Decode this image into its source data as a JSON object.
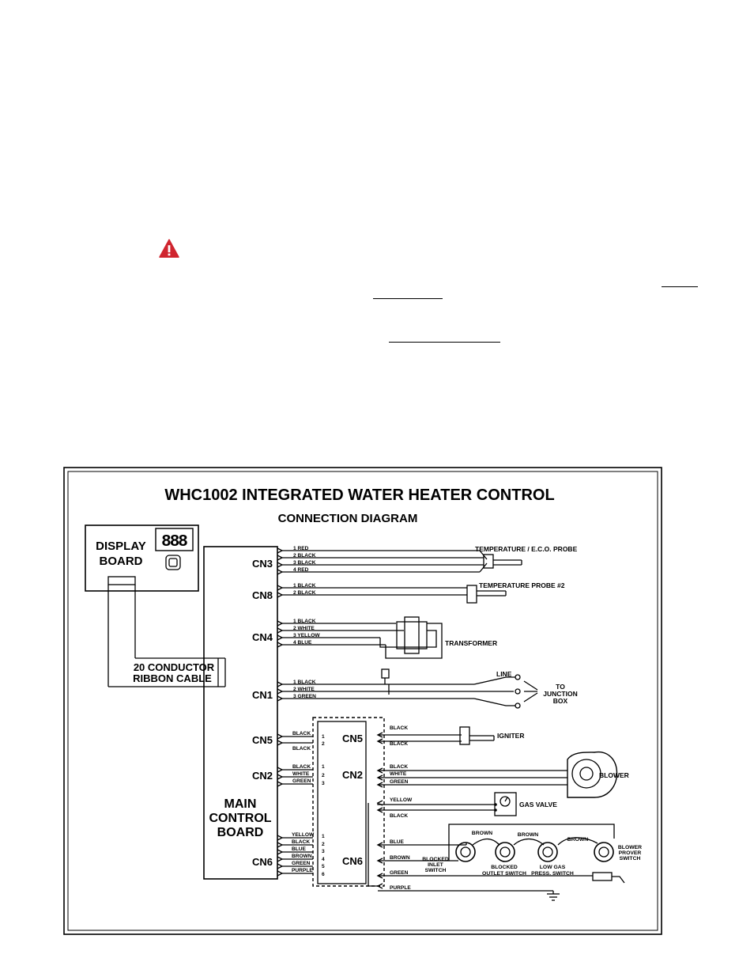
{
  "colors": {
    "warning": "#d0252f",
    "ink": "#000000",
    "background": "#ffffff"
  },
  "warning_icon": "warning-triangle-icon",
  "diagram": {
    "title": "WHC1002 INTEGRATED WATER HEATER CONTROL",
    "subtitle": "CONNECTION DIAGRAM",
    "display_board": {
      "line1": "DISPLAY",
      "line2": "BOARD",
      "digits": "888"
    },
    "ribbon_cable": {
      "line1": "20 CONDUCTOR",
      "line2": "RIBBON CABLE"
    },
    "main_board": {
      "line1": "MAIN",
      "line2": "CONTROL",
      "line3": "BOARD"
    },
    "connectors": {
      "cn3": "CN3",
      "cn8": "CN8",
      "cn4": "CN4",
      "cn1": "CN1",
      "cn5": "CN5",
      "cn2": "CN2",
      "cn6": "CN6"
    },
    "cn3_wires": [
      "1 RED",
      "2 BLACK",
      "3 BLACK",
      "4 RED"
    ],
    "cn8_wires": [
      "1 BLACK",
      "2 BLACK"
    ],
    "cn4_wires": [
      "1 BLACK",
      "2 WHITE",
      "3 YELLOW",
      "4 BLUE"
    ],
    "cn1_wires": [
      "1 BLACK",
      "2 WHITE",
      "3 GREEN"
    ],
    "cn5_left_wires": [
      "BLACK",
      "BLACK"
    ],
    "cn5_pins": [
      "1",
      "2"
    ],
    "cn2_left_wires": [
      "BLACK",
      "WHITE",
      "GREEN"
    ],
    "cn2_pins": [
      "1",
      "2",
      "3"
    ],
    "cn6_left_wires": [
      "YELLOW",
      "BLACK",
      "BLUE",
      "BROWN",
      "GREEN",
      "PURPLE"
    ],
    "cn6_pins": [
      "1",
      "2",
      "3",
      "4",
      "5",
      "6"
    ],
    "cn5_right_wires": [
      "BLACK",
      "BLACK"
    ],
    "cn2_right_wires": [
      "BLACK",
      "WHITE",
      "GREEN"
    ],
    "cn6_right_wires": [
      "YELLOW",
      "BLACK",
      "BLUE",
      "BROWN",
      "GREEN",
      "PURPLE"
    ],
    "components": {
      "temp_eco_probe": "TEMPERATURE / E.C.O. PROBE",
      "temp_probe_2": "TEMPERATURE PROBE #2",
      "transformer": "TRANSFORMER",
      "line": "LINE",
      "junction_box_1": "TO",
      "junction_box_2": "JUNCTION",
      "junction_box_3": "BOX",
      "igniter": "IGNITER",
      "blower": "BLOWER",
      "gas_valve": "GAS VALVE"
    },
    "switch_wires": [
      "BROWN",
      "BROWN",
      "BROWN"
    ],
    "switches": {
      "blocked_inlet": [
        "BLOCKED",
        "INLET",
        "SWITCH"
      ],
      "blocked_outlet": [
        "BLOCKED",
        "OUTLET SWITCH"
      ],
      "low_gas": [
        "LOW GAS",
        "PRESS. SWITCH"
      ],
      "blower_prover": [
        "BLOWER",
        "PROVER",
        "SWITCH"
      ]
    }
  }
}
